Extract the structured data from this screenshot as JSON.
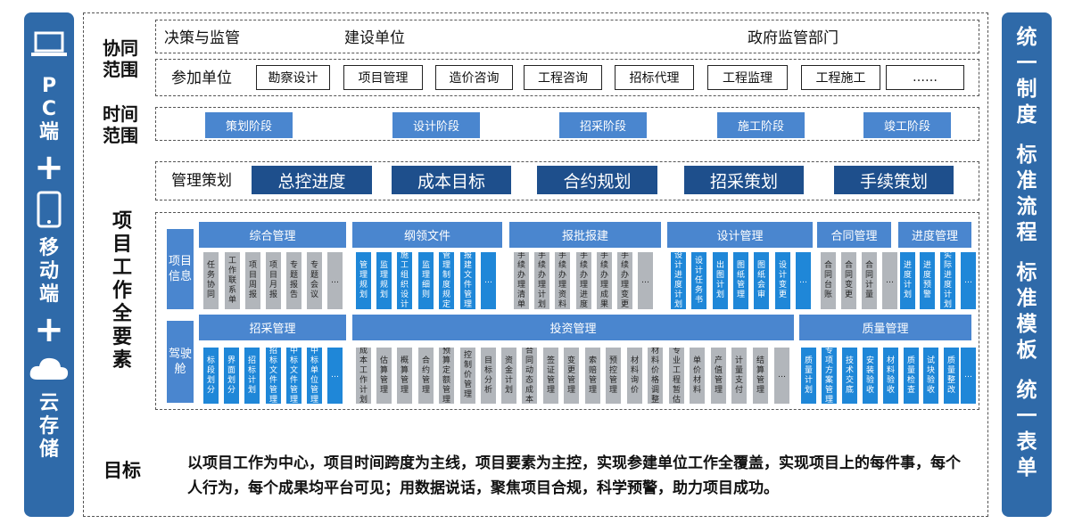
{
  "left_bar": {
    "pc": "PC端",
    "mobile": "移动端",
    "cloud": "云存储",
    "plus": "+"
  },
  "right_bar": [
    "统一制度",
    "标准流程",
    "标准模板",
    "统一表单"
  ],
  "labels": {
    "collab": "协同范围",
    "time": "时间范围",
    "work": "项目工作全要素",
    "goal": "目标"
  },
  "collab": {
    "row1": [
      "决策与监管",
      "建设单位",
      "政府监管部门"
    ],
    "participants_label": "参加单位",
    "participants": [
      "勘察设计",
      "项目管理",
      "造价咨询",
      "工程咨询",
      "招标代理",
      "工程监理",
      "工程施工",
      "……"
    ]
  },
  "stages": [
    "策划阶段",
    "设计阶段",
    "招采阶段",
    "施工阶段",
    "竣工阶段"
  ],
  "management": {
    "label": "管理策划",
    "items": [
      "总控进度",
      "成本目标",
      "合约规划",
      "招采策划",
      "手续策划"
    ]
  },
  "work": {
    "info_label": "项目信息",
    "cockpit_label": "驾驶舱",
    "top_categories": [
      "综合管理",
      "纲领文件",
      "报批报建",
      "设计管理",
      "合同管理",
      "进度管理"
    ],
    "top_tiles": [
      {
        "t": "任务协同",
        "c": "gray"
      },
      {
        "t": "工作联系单",
        "c": "gray"
      },
      {
        "t": "项目周报",
        "c": "gray"
      },
      {
        "t": "项目月报",
        "c": "gray"
      },
      {
        "t": "专题报告",
        "c": "gray"
      },
      {
        "t": "专题会议",
        "c": "gray"
      },
      {
        "t": "…",
        "c": "gray"
      },
      {
        "t": "管理规划",
        "c": "blue"
      },
      {
        "t": "监理规划",
        "c": "blue"
      },
      {
        "t": "施工组织设计",
        "c": "blue"
      },
      {
        "t": "监理细则",
        "c": "blue"
      },
      {
        "t": "管理制度规定",
        "c": "blue"
      },
      {
        "t": "报建文件管理",
        "c": "blue"
      },
      {
        "t": "…",
        "c": "blue"
      },
      {
        "t": "手续办理清单",
        "c": "gray"
      },
      {
        "t": "手续办理计划",
        "c": "gray"
      },
      {
        "t": "手续办理资料",
        "c": "gray"
      },
      {
        "t": "手续办理进度",
        "c": "gray"
      },
      {
        "t": "手续办理成果",
        "c": "gray"
      },
      {
        "t": "手续办理变更",
        "c": "gray"
      },
      {
        "t": "…",
        "c": "gray"
      },
      {
        "t": "设计进度计划",
        "c": "blue"
      },
      {
        "t": "设计任务书",
        "c": "blue"
      },
      {
        "t": "出图计划",
        "c": "blue"
      },
      {
        "t": "图纸管理",
        "c": "blue"
      },
      {
        "t": "图纸会审",
        "c": "blue"
      },
      {
        "t": "设计变更",
        "c": "blue"
      },
      {
        "t": "…",
        "c": "blue"
      },
      {
        "t": "合同台账",
        "c": "gray"
      },
      {
        "t": "合同变更",
        "c": "gray"
      },
      {
        "t": "合同计量",
        "c": "gray"
      },
      {
        "t": "…",
        "c": "gray"
      },
      {
        "t": "进度计划",
        "c": "blue"
      },
      {
        "t": "进度预警",
        "c": "blue"
      },
      {
        "t": "实际进度计划",
        "c": "blue"
      },
      {
        "t": "…",
        "c": "blue"
      }
    ],
    "bottom_categories": [
      "招采管理",
      "投资管理",
      "质量管理"
    ],
    "bottom_tiles": [
      {
        "t": "标段划分",
        "c": "blue"
      },
      {
        "t": "界面划分",
        "c": "blue"
      },
      {
        "t": "招标计划",
        "c": "blue"
      },
      {
        "t": "招标文件管理",
        "c": "blue"
      },
      {
        "t": "中标文件管理",
        "c": "blue"
      },
      {
        "t": "中标单位管理",
        "c": "blue"
      },
      {
        "t": "…",
        "c": "blue"
      },
      {
        "t": "成本工作计划",
        "c": "gray"
      },
      {
        "t": "估算管理",
        "c": "gray"
      },
      {
        "t": "概算管理",
        "c": "gray"
      },
      {
        "t": "合约管理",
        "c": "gray"
      },
      {
        "t": "预算定额管理",
        "c": "gray"
      },
      {
        "t": "控制价管理",
        "c": "gray"
      },
      {
        "t": "目标分析",
        "c": "gray"
      },
      {
        "t": "资金计划",
        "c": "gray"
      },
      {
        "t": "合同动态成本",
        "c": "gray"
      },
      {
        "t": "签证管理",
        "c": "gray"
      },
      {
        "t": "变更管理",
        "c": "gray"
      },
      {
        "t": "索赔管理",
        "c": "gray"
      },
      {
        "t": "预控管理",
        "c": "gray"
      },
      {
        "t": "材料询价",
        "c": "gray"
      },
      {
        "t": "材料价格调整",
        "c": "gray"
      },
      {
        "t": "专业工程暂估",
        "c": "gray"
      },
      {
        "t": "单价材料",
        "c": "gray"
      },
      {
        "t": "产值管理",
        "c": "gray"
      },
      {
        "t": "计量支付",
        "c": "gray"
      },
      {
        "t": "结算管理",
        "c": "gray"
      },
      {
        "t": "…",
        "c": "gray"
      },
      {
        "t": "质量计划",
        "c": "blue"
      },
      {
        "t": "专项方案管理",
        "c": "blue"
      },
      {
        "t": "技术交底",
        "c": "blue"
      },
      {
        "t": "安装验收",
        "c": "blue"
      },
      {
        "t": "材料验收",
        "c": "blue"
      },
      {
        "t": "质量检查",
        "c": "blue"
      },
      {
        "t": "试块验收",
        "c": "blue"
      },
      {
        "t": "质量整改",
        "c": "blue"
      },
      {
        "t": "…",
        "c": "blue"
      }
    ]
  },
  "goal_text": "以项目工作为中心，项目时间跨度为主线，项目要素为主控，实现参建单位工作全覆盖，实现项目上的每件事，每个人行为，每个成果均平台可见；用数据说话，聚焦项目合规，科学预警，助力项目成功。"
}
